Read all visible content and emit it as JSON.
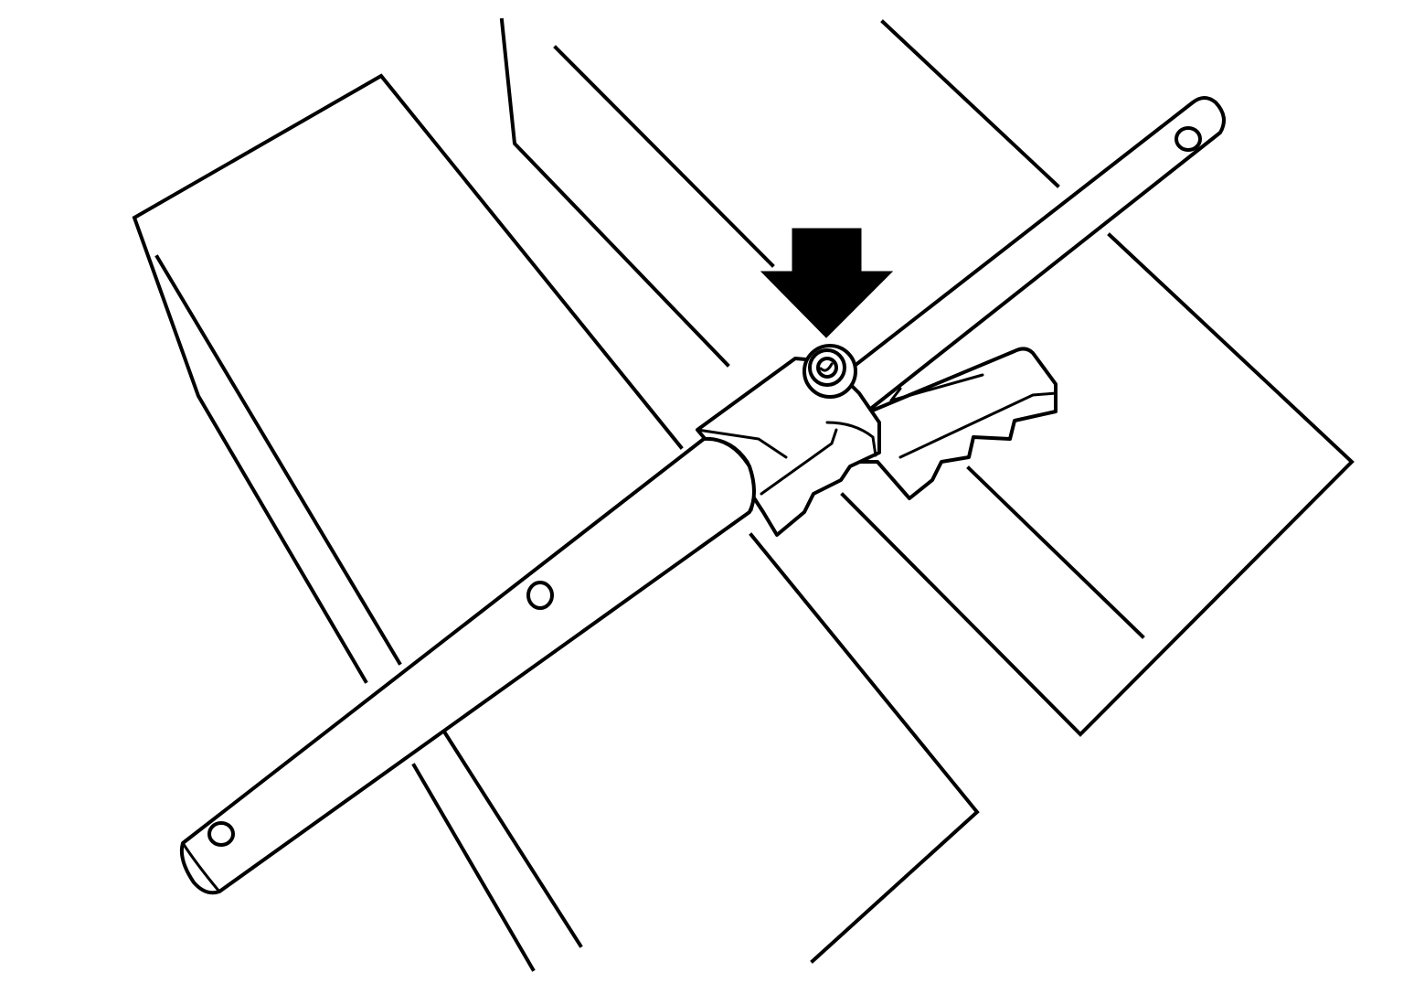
{
  "figure": {
    "kind": "technical-line-illustration",
    "parts": [
      "rod",
      "clamp-bracket",
      "fastener-bolt",
      "indicator-arrow",
      "rod-end-hole",
      "rod-middle-hole"
    ],
    "colors": {
      "line": "#000000",
      "background": "#ffffff",
      "arrow": "#000000"
    },
    "icons": {
      "pointer": "down-arrow-icon"
    }
  }
}
